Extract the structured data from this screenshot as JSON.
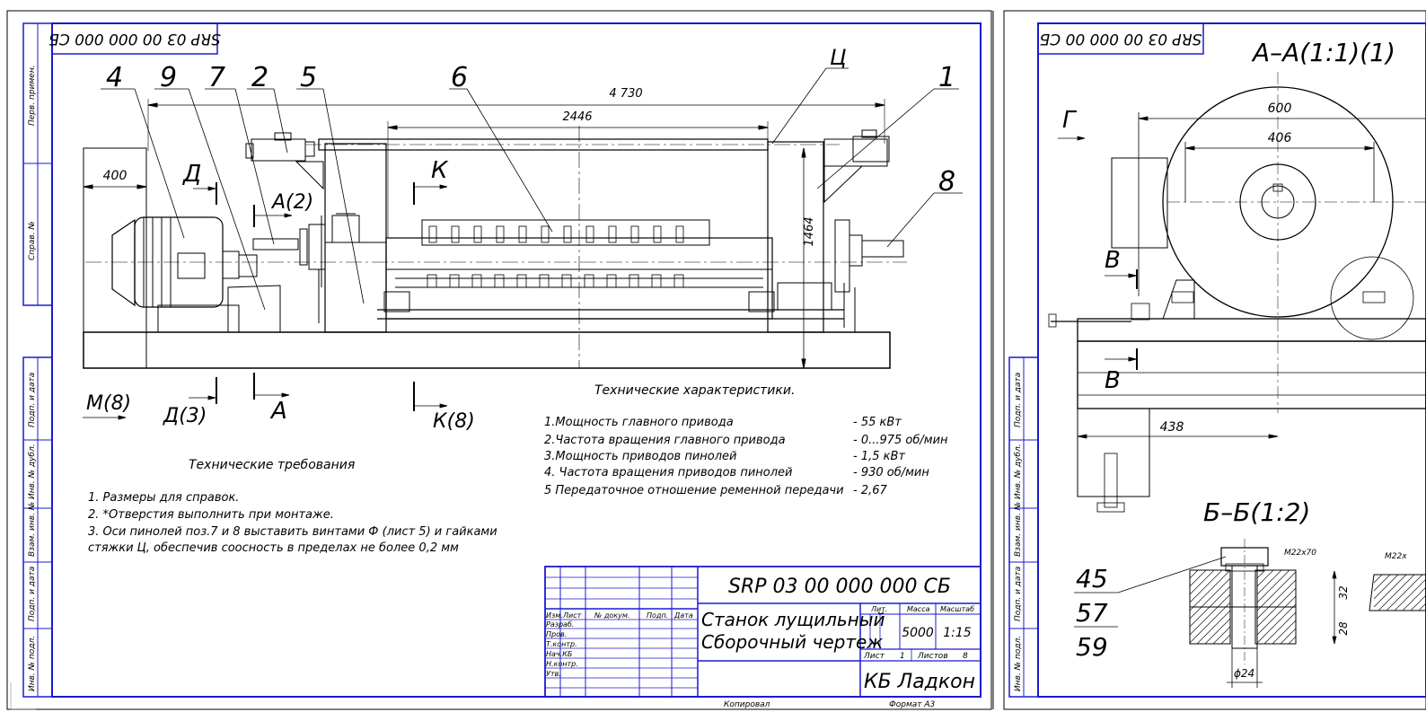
{
  "sheet1": {
    "code_rotated": "SRP 03 00 000 000 СБ",
    "left_strip_labels": [
      "Перв. примен.",
      "Справ. №",
      "Подп. и дата",
      "Инв. № дубл.",
      "Взам. инв. №",
      "Подп. и дата",
      "Инв. № подл."
    ],
    "callouts": [
      "4",
      "9",
      "7",
      "2",
      "5",
      "6",
      "Ц",
      "1",
      "8"
    ],
    "dimensions": {
      "overall": "4 730",
      "inner": "2446",
      "left": "400",
      "height": "1464"
    },
    "section_marks": {
      "d_top": "Д",
      "k_top": "К",
      "a_top": "А(2)",
      "m_bottom": "М(8)",
      "d_bottom": "Д(3)",
      "a_bottom": "А",
      "k_bottom": "К(8)"
    },
    "tech_req": {
      "title": "Технические требования",
      "items": [
        "1. Размеры для справок.",
        "2. *Отверстия выполнить при монтаже.",
        "3. Оси пинолей поз.7 и 8 выставить винтами Ф (лист 5) и гайками",
        "стяжки Ц, обеспечив соосность в пределах не более 0,2 мм"
      ]
    },
    "tech_chars": {
      "title": "Технические характеристики.",
      "rows": [
        {
          "label": "1.Мощность главного привода",
          "value": "- 55 кВт"
        },
        {
          "label": "2.Частота вращения главного привода",
          "value": "- 0...975 об/мин"
        },
        {
          "label": "3.Мощность приводов пинолей",
          "value": "- 1,5 кВт"
        },
        {
          "label": "4. Частота вращения приводов пинолей",
          "value": "- 930 об/мин"
        },
        {
          "label": "5 Передаточное отношение ременной передачи",
          "value": "- 2,67"
        }
      ]
    },
    "title_block": {
      "doc_code": "SRP 03 00 000 000 СБ",
      "name_line1": "Станок лущильный",
      "name_line2": "Сборочный чертеж",
      "headers": {
        "lit": "Лит.",
        "mass": "Масса",
        "scale": "Масштаб"
      },
      "mass": "5000",
      "scale": "1:15",
      "sheet_label": "Лист",
      "sheet_no": "1",
      "sheets_label": "Листов",
      "sheets_total": "8",
      "company": "КБ Ладкон",
      "cols": [
        "Изм.",
        "Лист",
        "№ докум.",
        "Подп.",
        "Дата"
      ],
      "rows": [
        "Разраб.",
        "Пров.",
        "Т.контр.",
        "Нач.КБ",
        "Н.контр.",
        "Утв."
      ],
      "copied": "Копировал",
      "format": "Формат   А3"
    }
  },
  "sheet2": {
    "code_rotated": "SRP 03 00 000 00 СБ",
    "view_aa": "А–А(1:1)(1)",
    "view_g": "Г",
    "dims": {
      "d600": "600",
      "d406": "406",
      "d438": "438"
    },
    "marks_b1": "В",
    "marks_b2": "В",
    "view_bb": "Б–Б(1:2)",
    "pos_numbers": [
      "45",
      "57",
      "59"
    ],
    "bolt1": "М22х70",
    "bolt2": "М22х",
    "dim32": "32",
    "dim28": "28",
    "dim_phi": "ϕ24",
    "left_strip_labels": [
      "Подп. и дата",
      "Инв. № дубл.",
      "Взам. инв. №",
      "Подп. и дата",
      "Инв. № подл."
    ]
  },
  "colors": {
    "frame": "#1a1ad0",
    "line": "#000000",
    "paper": "#ffffff"
  }
}
